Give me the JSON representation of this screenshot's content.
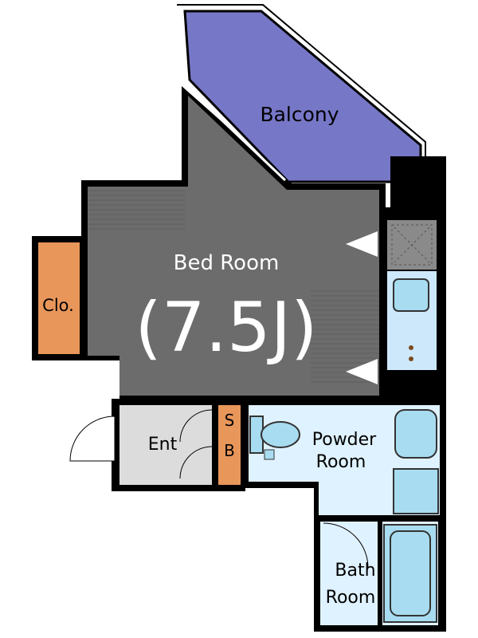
{
  "floorplan": {
    "rooms": {
      "balcony": {
        "label": "Balcony",
        "color": "#7777c8"
      },
      "bedroom": {
        "label": "Bed Room",
        "size": "(7.5J)",
        "color": "#6c6c6c"
      },
      "closet": {
        "label": "Clo.",
        "color": "#e8965a"
      },
      "entrance": {
        "label": "Ent",
        "color": "#dcdcdc"
      },
      "shoe_box": {
        "label_top": "S",
        "label_bottom": "B",
        "color": "#e8965a"
      },
      "powder_room": {
        "label_line1": "Powder",
        "label_line2": "Room",
        "color": "#dff2ff"
      },
      "bath_room": {
        "label_line1": "Bath",
        "label_line2": "Room",
        "color": "#dff2ff"
      }
    },
    "colors": {
      "wall": "#000000",
      "fixture": "#a8dcf0",
      "kitchen_counter": "#cce8fa"
    }
  }
}
